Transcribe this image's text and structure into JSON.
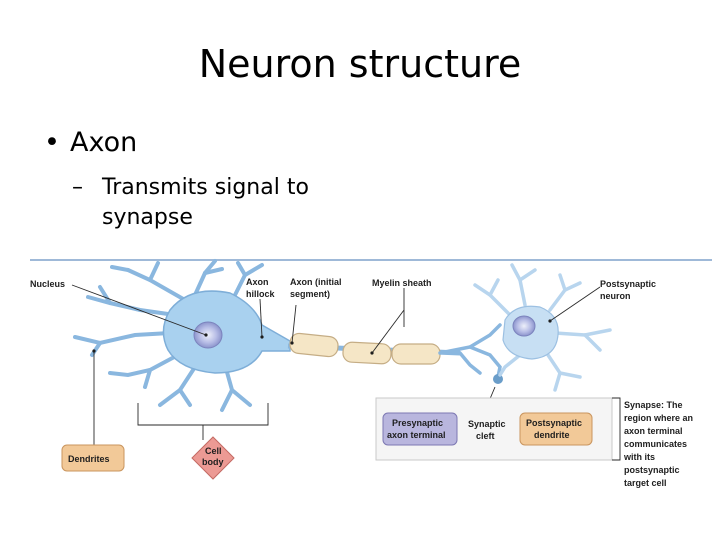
{
  "slide": {
    "title": "Neuron structure",
    "bullet_level1": "Axon",
    "bullet_level2_line1": "Transmits signal to",
    "bullet_level2_line2": "synapse"
  },
  "diagram": {
    "labels": {
      "nucleus": "Nucleus",
      "axon_hillock_1": "Axon",
      "axon_hillock_2": "hillock",
      "axon_initial_1": "Axon (initial",
      "axon_initial_2": "segment)",
      "myelin_sheath": "Myelin sheath",
      "postsynaptic_neuron_1": "Postsynaptic",
      "postsynaptic_neuron_2": "neuron",
      "dendrites": "Dendrites",
      "cell_body_1": "Cell",
      "cell_body_2": "body",
      "presynaptic_terminal_1": "Presynaptic",
      "presynaptic_terminal_2": "axon terminal",
      "synaptic_cleft_1": "Synaptic",
      "synaptic_cleft_2": "cleft",
      "postsynaptic_dendrite_1": "Postsynaptic",
      "postsynaptic_dendrite_2": "dendrite",
      "synapse_def_1": "Synapse: The",
      "synapse_def_2": "region where an",
      "synapse_def_3": "axon terminal",
      "synapse_def_4": "communicates",
      "synapse_def_5": "with its",
      "synapse_def_6": "postsynaptic",
      "synapse_def_7": "target cell"
    },
    "colors": {
      "neuron_fill": "#9cc8ea",
      "neuron_stroke": "#6a9dc9",
      "myelin_fill": "#f5e6c6",
      "dendrites_box": "#f2c998",
      "cell_body_diamond": "#ec9a94",
      "presynaptic_box": "#b9b6de",
      "postsynaptic_box": "#f2c998",
      "rule_line": "#9fb9d8"
    }
  }
}
